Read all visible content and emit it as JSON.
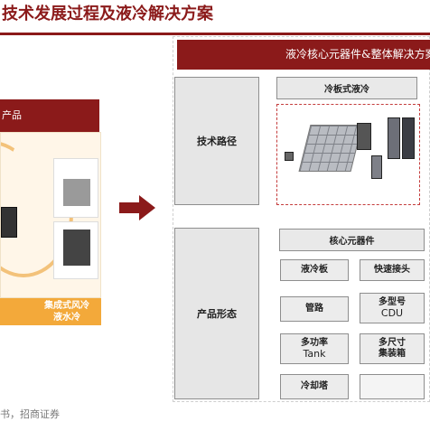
{
  "title": "技术发展过程及液冷解决方案",
  "left": {
    "banner": "产品",
    "bottom_label_line1": "集成式风冷",
    "bottom_label_line2": "液水冷"
  },
  "right": {
    "banner": "液冷核心元器件&整体解决方案",
    "tech_route_label": "技术路径",
    "cold_plate_label": "冷板式液冷",
    "product_form_label": "产品形态",
    "core_components_label": "核心元器件",
    "components": [
      {
        "line1": "液冷板",
        "line2": ""
      },
      {
        "line1": "快速接头",
        "line2": ""
      },
      {
        "line1": "管路",
        "line2": ""
      },
      {
        "line1": "多型号",
        "line2": "CDU"
      },
      {
        "line1": "多功率",
        "line2": "Tank"
      },
      {
        "line1": "多尺寸",
        "line2": "集装箱"
      },
      {
        "line1": "冷却塔",
        "line2": ""
      }
    ]
  },
  "source": "书，招商证券",
  "colors": {
    "brand": "#8b1a1a",
    "accent_orange": "#f3a93a",
    "panel_cream": "#fff6e8"
  }
}
